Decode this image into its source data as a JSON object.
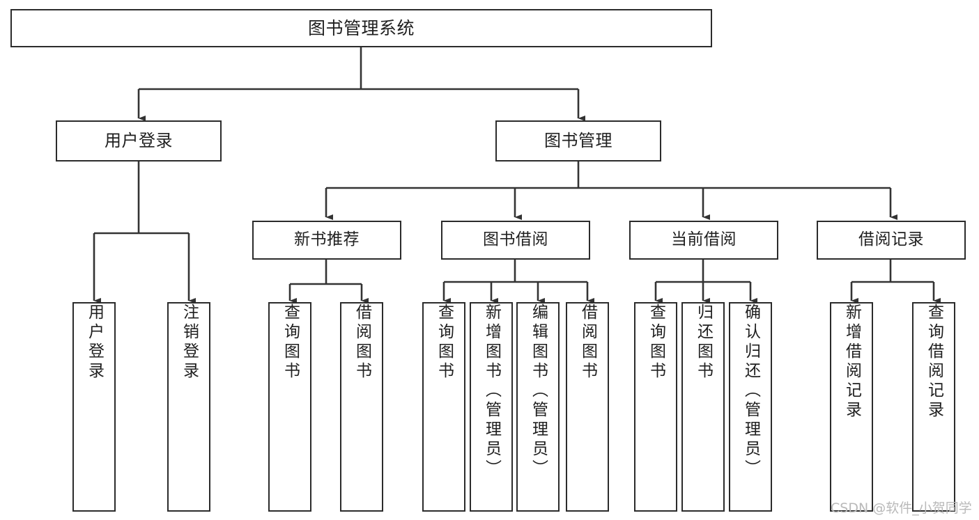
{
  "diagram": {
    "type": "tree",
    "title": "图书管理系统",
    "orientation": "top-down",
    "colors": {
      "background": "#ffffff",
      "box_border": "#2b2b2b",
      "box_fill": "#ffffff",
      "connector": "#333333",
      "text": "#1f1f1f",
      "watermark": "#b9b9b9"
    },
    "root": {
      "label": "图书管理系统"
    },
    "level1": [
      {
        "label": "用户登录"
      },
      {
        "label": "图书管理"
      }
    ],
    "level2": [
      {
        "label": "新书推荐"
      },
      {
        "label": "图书借阅"
      },
      {
        "label": "当前借阅"
      },
      {
        "label": "借阅记录"
      }
    ],
    "leaves": {
      "user_login": [
        {
          "label": "用户登录"
        },
        {
          "label": "注销登录"
        }
      ],
      "new_book_recommend": [
        {
          "label": "查询图书"
        },
        {
          "label": "借阅图书"
        }
      ],
      "book_borrow": [
        {
          "label": "查询图书"
        },
        {
          "label": "新增图书（管理员）"
        },
        {
          "label": "编辑图书（管理员）"
        },
        {
          "label": "借阅图书"
        }
      ],
      "current_borrow": [
        {
          "label": "查询图书"
        },
        {
          "label": "归还图书"
        },
        {
          "label": "确认归还（管理员）"
        }
      ],
      "borrow_record": [
        {
          "label": "新增借阅记录"
        },
        {
          "label": "查询借阅记录"
        }
      ]
    }
  },
  "watermark": {
    "text": "CSDN @软件_小贺同学"
  }
}
